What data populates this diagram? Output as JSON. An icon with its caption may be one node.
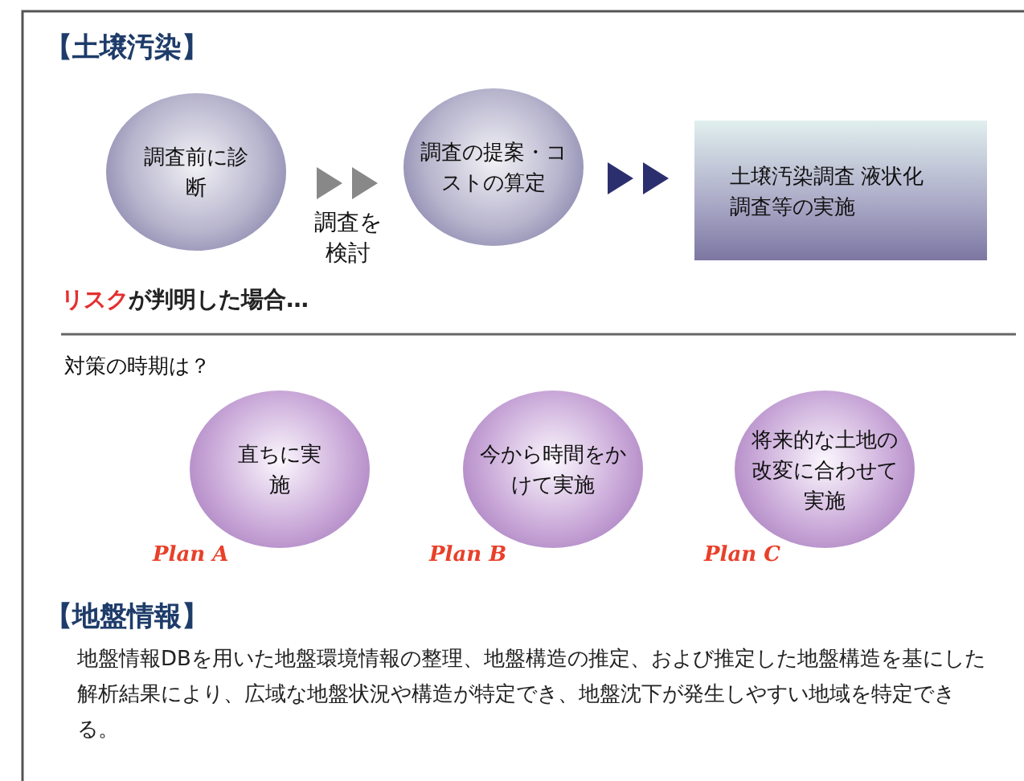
{
  "diagram": {
    "nodes": [
      {
        "text": [
          "調査前に診断"
        ]
      },
      {
        "text": [
          "調査の提案・コストの算定"
        ]
      },
      {
        "text": [
          "土壌汚染調査 液状化調査等の実施"
        ]
      },
      {
        "text": [
          "直ちに実施"
        ],
        "beside": [
          "Plan A"
        ]
      },
      {
        "text": [
          "今から時間をかけて実施"
        ],
        "beside": [
          "Plan B"
        ]
      },
      {
        "text": [
          "将来的な土地の改変に合わせて実施"
        ],
        "beside": [
          "Plan C"
        ]
      }
    ],
    "edges": [
      {
        "from": 0,
        "to": 1,
        "arrow": "to",
        "label": "調査を検討",
        "color": "#888888"
      },
      {
        "from": 1,
        "to": 2,
        "arrow": "to",
        "color": "#2c2f6e"
      }
    ],
    "labels": [
      "【土壌汚染】",
      "**リスク**が判明した場合…",
      "対策の時期は？",
      "【地盤情報】",
      "地盤情報DBを用いた地盤環境情報の整理、地盤構造の推定、および推定した地盤構造を基にした解析結果により、広域な地盤状況や構造が特定でき、地盤沈下が発生しやすい地域を特定できる。"
    ]
  }
}
